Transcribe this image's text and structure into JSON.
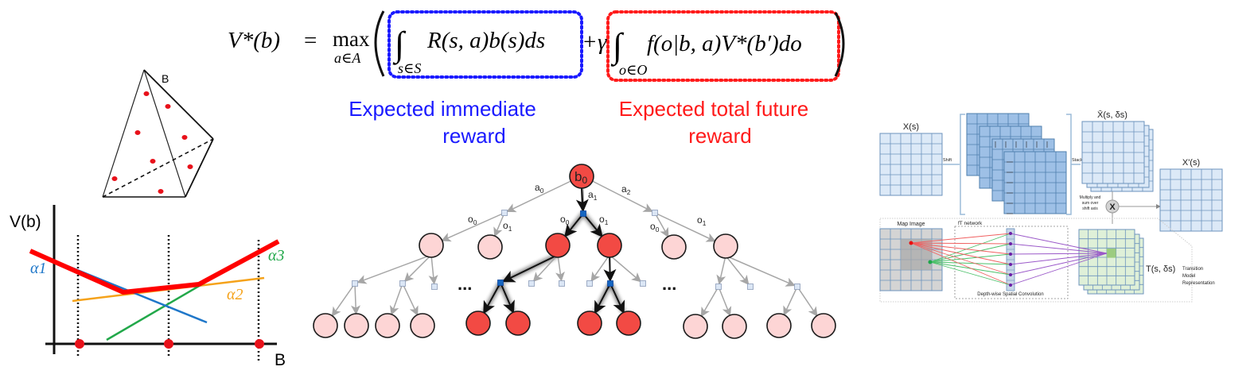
{
  "equation": {
    "lhs": "V*(b)",
    "equals": "=",
    "max": "max",
    "max_sub": "a∈A",
    "term1": "R(s, a)b(s)ds",
    "term1_sub": "s∈S",
    "plus": "+",
    "gamma": "γ",
    "term2": "f(o|b, a)V*(b′)do",
    "term2_sub": "o∈O",
    "term1_box_color": "#1a1aff",
    "term2_box_color": "#ff1a1a",
    "label_immediate": [
      "Expected immediate",
      "reward"
    ],
    "label_future": [
      "Expected total future",
      "reward"
    ]
  },
  "belief_simplex": {
    "label": "B",
    "point_color": "#e8111a"
  },
  "value_function_plot": {
    "y_label": "V(b)",
    "x_label": "B",
    "alpha_labels": [
      {
        "text": "α1",
        "color": "#1f77c9"
      },
      {
        "text": "α2",
        "color": "#f5a21a"
      },
      {
        "text": "α3",
        "color": "#22a84a"
      }
    ],
    "upper_envelope_color": "#ff0000"
  },
  "search_tree": {
    "root_label": "b0",
    "action_labels": [
      "a0",
      "a1",
      "a2"
    ],
    "observation_labels": [
      "o0",
      "o1"
    ],
    "ellipsis": "...",
    "highlight_color": "#f24a44",
    "node_color": "#fdd5d5"
  },
  "transition_model": {
    "x_label": "X(s)",
    "shift_label": "Shift",
    "stack_label": "Stack",
    "xbar_label": "X̄(s, δs)",
    "xprime_label": "X'(s)",
    "multiply_label": [
      "Multiply and",
      "sum over",
      "shift axis"
    ],
    "multiply_symbol": "X",
    "map_label": "Map Image",
    "network_label": "fT network",
    "conv_label": "Depth-wise Spatial Convolution",
    "t_label": "T(s, δs)",
    "representation_label": [
      "Transition",
      "Model",
      "Representation"
    ]
  }
}
